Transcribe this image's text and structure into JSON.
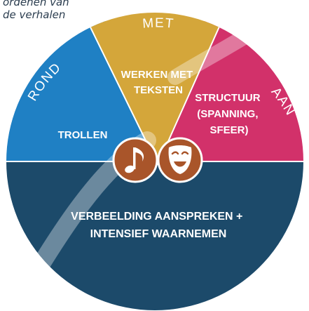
{
  "corner_note": {
    "line1": "ordenen van",
    "line2": "de verhalen"
  },
  "ring": {
    "rond": "ROND",
    "met": "MET",
    "aan": "AAN"
  },
  "segments": {
    "trollen": "TROLLEN",
    "werken_met_teksten": [
      "WERKEN MET",
      "TEKSTEN"
    ],
    "structuur": [
      "STRUCTUUR",
      "(SPANNING,",
      "SFEER)"
    ],
    "verbeelding": [
      "VERBEELDING AANSPREKEN +",
      "INTENSIEF WAARNEMEN"
    ]
  },
  "icons": {
    "left": "music-note-icon",
    "right": "theater-mask-icon"
  },
  "colors": {
    "blue": "#1f80c4",
    "gold": "#d4a63a",
    "pink": "#d2316a",
    "navy": "#1c4a6a",
    "icon_brown": "#a9552a",
    "watermark": "#e8e8ec"
  }
}
